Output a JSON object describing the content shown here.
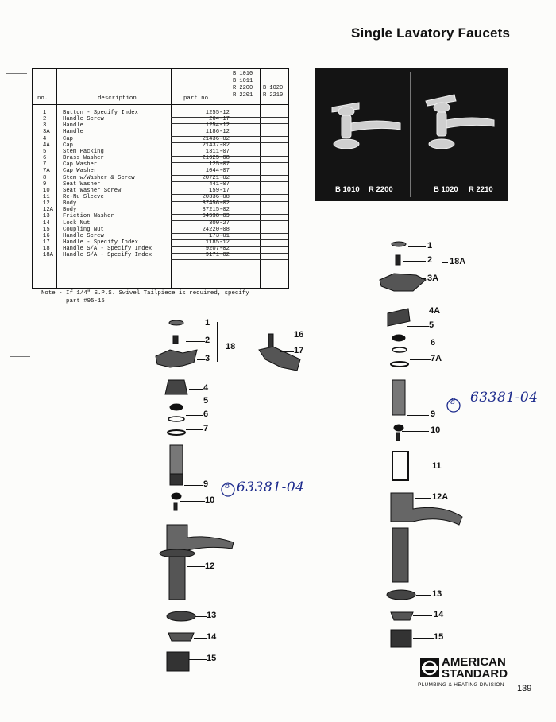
{
  "title": "Single Lavatory Faucets",
  "table": {
    "headers": {
      "no": "no.",
      "description": "description",
      "part_no": "part no."
    },
    "model_cols": [
      [
        "B 1010",
        "B 1011",
        "R 2200",
        "R 2201"
      ],
      [
        "B 1020",
        "R 2210"
      ]
    ],
    "rows": [
      {
        "no": "1",
        "desc": "Button - Specify Index",
        "part": "1255-12"
      },
      {
        "no": "2",
        "desc": "Handle Screw",
        "part": "264-17"
      },
      {
        "no": "3",
        "desc": "Handle",
        "part": "1254-12"
      },
      {
        "no": "3A",
        "desc": "Handle",
        "part": "1186-12"
      },
      {
        "no": "4",
        "desc": "Cap",
        "part": "21436-02"
      },
      {
        "no": "4A",
        "desc": "Cap",
        "part": "21437-02"
      },
      {
        "no": "5",
        "desc": "Stem Packing",
        "part": "1311-07"
      },
      {
        "no": "6",
        "desc": "Brass Washer",
        "part": "21625-08"
      },
      {
        "no": "7",
        "desc": "Cap Washer",
        "part": "125-07"
      },
      {
        "no": "7A",
        "desc": "Cap Washer",
        "part": "1044-07"
      },
      {
        "no": "8",
        "desc": "Stem w/Washer & Screw",
        "part": "20721-02"
      },
      {
        "no": "9",
        "desc": "Seat Washer",
        "part": "441-07"
      },
      {
        "no": "10",
        "desc": "Seat Washer Screw",
        "part": "159-17"
      },
      {
        "no": "11",
        "desc": "Re-Nu Sleeve",
        "part": "20336-08"
      },
      {
        "no": "12",
        "desc": "Body",
        "part": "37456-02"
      },
      {
        "no": "12A",
        "desc": "Body",
        "part": "37215-02"
      },
      {
        "no": "13",
        "desc": "Friction Washer",
        "part": "54538-09"
      },
      {
        "no": "14",
        "desc": "Lock Nut",
        "part": "300-27"
      },
      {
        "no": "15",
        "desc": "Coupling Nut",
        "part": "24220-08"
      },
      {
        "no": "16",
        "desc": "Handle Screw",
        "part": "173-01"
      },
      {
        "no": "17",
        "desc": "Handle - Specify Index",
        "part": "1185-12"
      },
      {
        "no": "18",
        "desc": "Handle S/A - Specify Index",
        "part": "9207-02"
      },
      {
        "no": "18A",
        "desc": "Handle S/A - Specify Index",
        "part": "9171-02"
      }
    ]
  },
  "note": "Note - If 1/4\" S.P.S. Swivel Tailpiece is required, specify\n       part #95-15",
  "photo_captions": {
    "left_a": "B 1010",
    "left_b": "R 2200",
    "right_a": "B 1020",
    "right_b": "R 2210"
  },
  "callouts_left": [
    "1",
    "2",
    "18",
    "3",
    "4",
    "5",
    "6",
    "7",
    "9",
    "10",
    "12",
    "13",
    "14",
    "15",
    "16",
    "17"
  ],
  "callouts_right": [
    "1",
    "2",
    "18A",
    "3A",
    "4A",
    "5",
    "6",
    "7A",
    "9",
    "10",
    "11",
    "12A",
    "13",
    "14",
    "15"
  ],
  "handwritten": {
    "circle_num": "8",
    "part": "63381-04"
  },
  "logo": {
    "line1": "AMERICAN",
    "line2": "STANDARD",
    "division": "PLUMBING & HEATING DIVISION"
  },
  "page_number": "139",
  "colors": {
    "ink": "#111111",
    "handwriting": "#1c2a8c",
    "photo_bg": "#141414"
  }
}
